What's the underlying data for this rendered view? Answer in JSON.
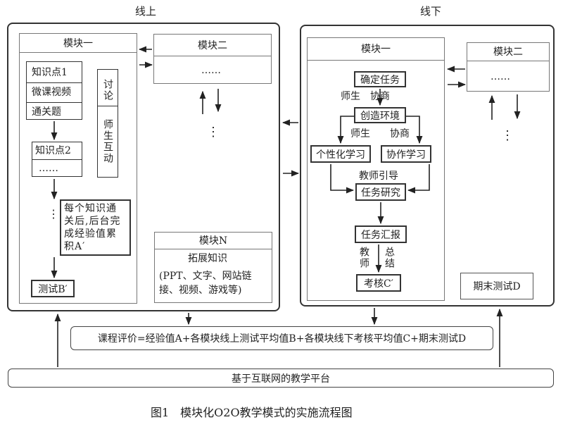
{
  "online": {
    "title": "线上",
    "module1": {
      "title": "模块一",
      "knowledge1": "知识点1",
      "micro_video": "微课视频",
      "pass_quiz": "通关题",
      "knowledge2": "知识点2",
      "dots": "……",
      "vdots": "⋮",
      "discussion": "讨论",
      "interaction": "师生互动",
      "summary": "每个知识通关后,后台完成经验值累积A′",
      "test": "测试B′"
    },
    "module2": {
      "title": "模块二",
      "dots": "……",
      "vdots": "⋮"
    },
    "moduleN": {
      "title": "模块N",
      "subtitle": "拓展知识",
      "content": "(PPT、文字、网站链接、视频、游戏等)"
    }
  },
  "offline": {
    "title": "线下",
    "module1": {
      "title": "模块一",
      "task": "确定任务",
      "task_label": "师生　协商",
      "env": "创造环境",
      "env_label": "师生　　协商",
      "personal": "个性化学习",
      "collab": "协作学习",
      "guide": "教师引导",
      "research": "任务研究",
      "report": "任务汇报",
      "teacher_label": "教师",
      "summary_label": "总结",
      "assess": "考核C′"
    },
    "module2": {
      "title": "模块二",
      "dots": "……",
      "vdots": "⋮"
    },
    "final_test": "期末测试D"
  },
  "evaluation": "课程评价=经验值A+各模块线上测试平均值B+各模块线下考核平均值C+期末测试D",
  "platform": "基于互联网的教学平台",
  "caption": "图1　模块化O2O教学模式的实施流程图"
}
